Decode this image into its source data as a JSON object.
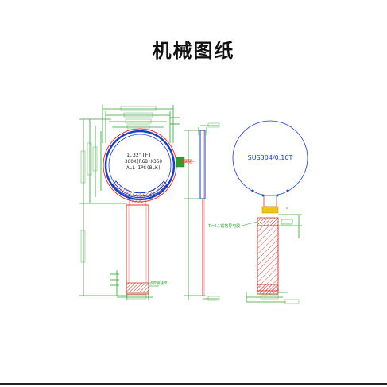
{
  "title": "机械图纸",
  "front_view": {
    "line1": "1.32\"TFT",
    "line2": "360X(RGB)X360",
    "line3": "ALL IPS(BLK)",
    "tab_callout": "背面贴",
    "bottom_callout": "点焊锡线焊"
  },
  "back_view": {
    "material": "SUS304/0.10T",
    "callout": "T=0.1铝箔导电胶"
  },
  "colors": {
    "dimension": "#2ca02c",
    "outline": "#e53935",
    "bezel": "#1a3fbf",
    "hatch": "#d84a4a",
    "text": "#222222"
  }
}
